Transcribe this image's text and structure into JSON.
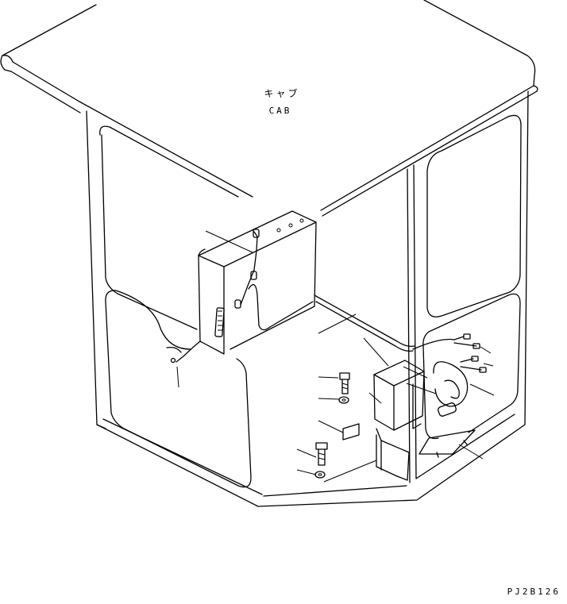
{
  "labels": {
    "cab_jp": "キャブ",
    "cab_en": "CAB"
  },
  "drawing_code": "PJ2B126"
}
